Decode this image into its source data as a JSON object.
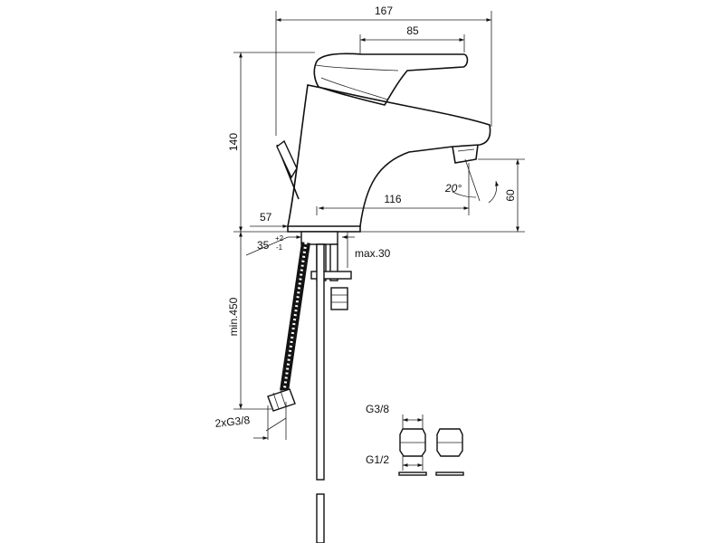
{
  "diagram": {
    "dimensions": {
      "overall_width": "167",
      "handle_length": "85",
      "height": "140",
      "spout_reach": "116",
      "spout_height": "60",
      "spout_angle": "20°",
      "base_offset": "57",
      "hole_diameter": "35",
      "hole_tol_plus": "+2",
      "hole_tol_minus": "-1",
      "max_thickness": "max.30",
      "hose_length": "min.450",
      "hose_thread": "2xG3/8",
      "adapter_top": "G3/8",
      "adapter_bottom": "G1/2"
    },
    "colors": {
      "line": "#111111",
      "background": "#ffffff"
    }
  }
}
